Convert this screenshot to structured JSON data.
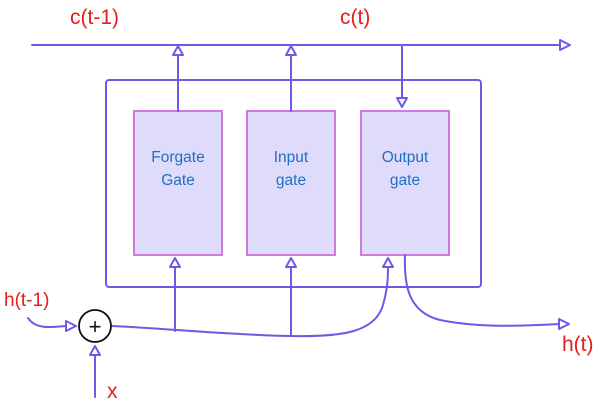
{
  "labels": {
    "c_prev": "c(t-1)",
    "c_curr": "c(t)",
    "h_prev": "h(t-1)",
    "h_curr": "h(t)",
    "x": "x"
  },
  "gates": [
    {
      "line1": "Forgate",
      "line2": "Gate"
    },
    {
      "line1": "Input",
      "line2": "gate"
    },
    {
      "line1": "Output",
      "line2": "gate"
    }
  ],
  "operator": {
    "symbol": "+"
  },
  "colors": {
    "line": "#6a5ce6",
    "label": "#e3201b",
    "gate_fill": "#dedcfa",
    "gate_border": "#d07ae0",
    "gate_text": "#1f6fc6"
  }
}
